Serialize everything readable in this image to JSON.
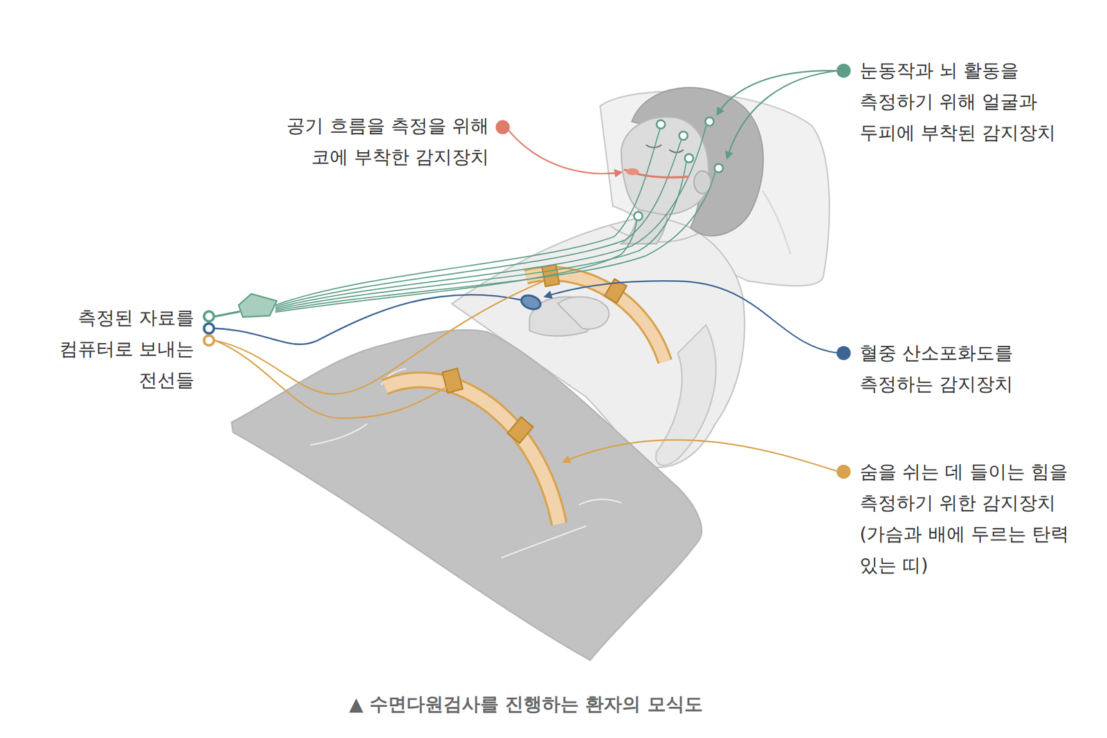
{
  "diagram": {
    "caption": "▲ 수면다원검사를 진행하는 환자의 모식도",
    "labels": [
      "공기 흐름을 측정을 위해 코에 부착한 감지장치",
      "눈동작과 뇌 활동을 측정하기 위해 얼굴과 두피에 부착된 감지장치",
      "측정된 자료를 컴퓨터로 보내는 전선들",
      "혈중 산소포화도를 측정하는 감지장치",
      "숨을 쉬는 데 들이는 힘을 측정하기 위한 감지장치 (가슴과 배에 두르는 탄력 있는 띠)"
    ]
  }
}
